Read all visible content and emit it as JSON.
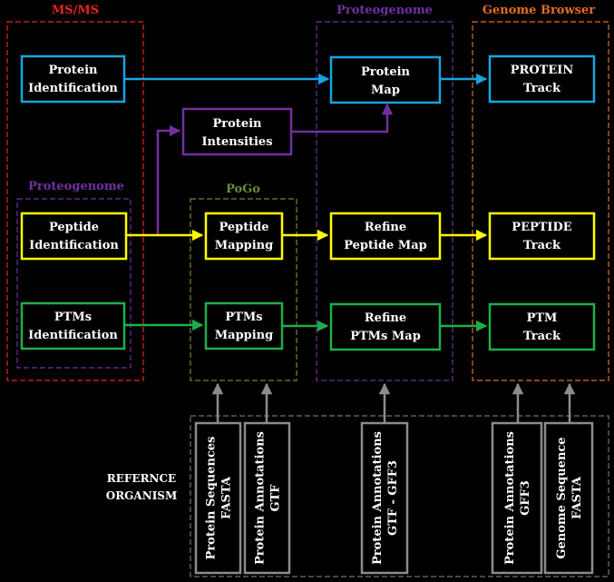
{
  "sections": {
    "msms": "MS/MS",
    "proteogenome_top": "Proteogenome",
    "genome_browser": "Genome Browser",
    "proteogenome_inner": "Proteogenome",
    "pogo": "PoGo"
  },
  "nodes": {
    "protein_identification": [
      "Protein",
      "Identification"
    ],
    "protein_intensities": [
      "Protein",
      "Intensities"
    ],
    "protein_map": [
      "Protein",
      "Map"
    ],
    "protein_track": [
      "PROTEIN",
      "Track"
    ],
    "peptide_identification": [
      "Peptide",
      "Identification"
    ],
    "peptide_mapping": [
      "Peptide",
      "Mapping"
    ],
    "refine_peptide_map": [
      "Refine",
      "Peptide Map"
    ],
    "peptide_track": [
      "PEPTIDE",
      "Track"
    ],
    "ptms_identification": [
      "PTMs",
      "Identification"
    ],
    "ptms_mapping": [
      "PTMs",
      "Mapping"
    ],
    "refine_ptms_map": [
      "Refine",
      "PTMs Map"
    ],
    "ptm_track": [
      "PTM",
      "Track"
    ]
  },
  "reference": {
    "label": [
      "REFERNCE",
      "ORGANISM"
    ],
    "files": [
      [
        "Protein Sequences",
        "FASTA"
      ],
      [
        "Protein Annotations",
        "GTF"
      ],
      [
        "Protein Annotations",
        "GTF - GFF3"
      ],
      [
        "Protein Annotations",
        "GFF3"
      ],
      [
        "Genome Sequence",
        "FASTA"
      ]
    ]
  },
  "colors": {
    "background": "#000000",
    "msms": "#e8231f",
    "proteogenome": "#7030a0",
    "genome_browser": "#e36c24",
    "pogo": "#6e8a3c",
    "protein": "#1aa3e0",
    "peptide": "#ffff00",
    "ptm": "#1fae4b",
    "text": "#ffffff",
    "reference": "#8c8c8c"
  }
}
